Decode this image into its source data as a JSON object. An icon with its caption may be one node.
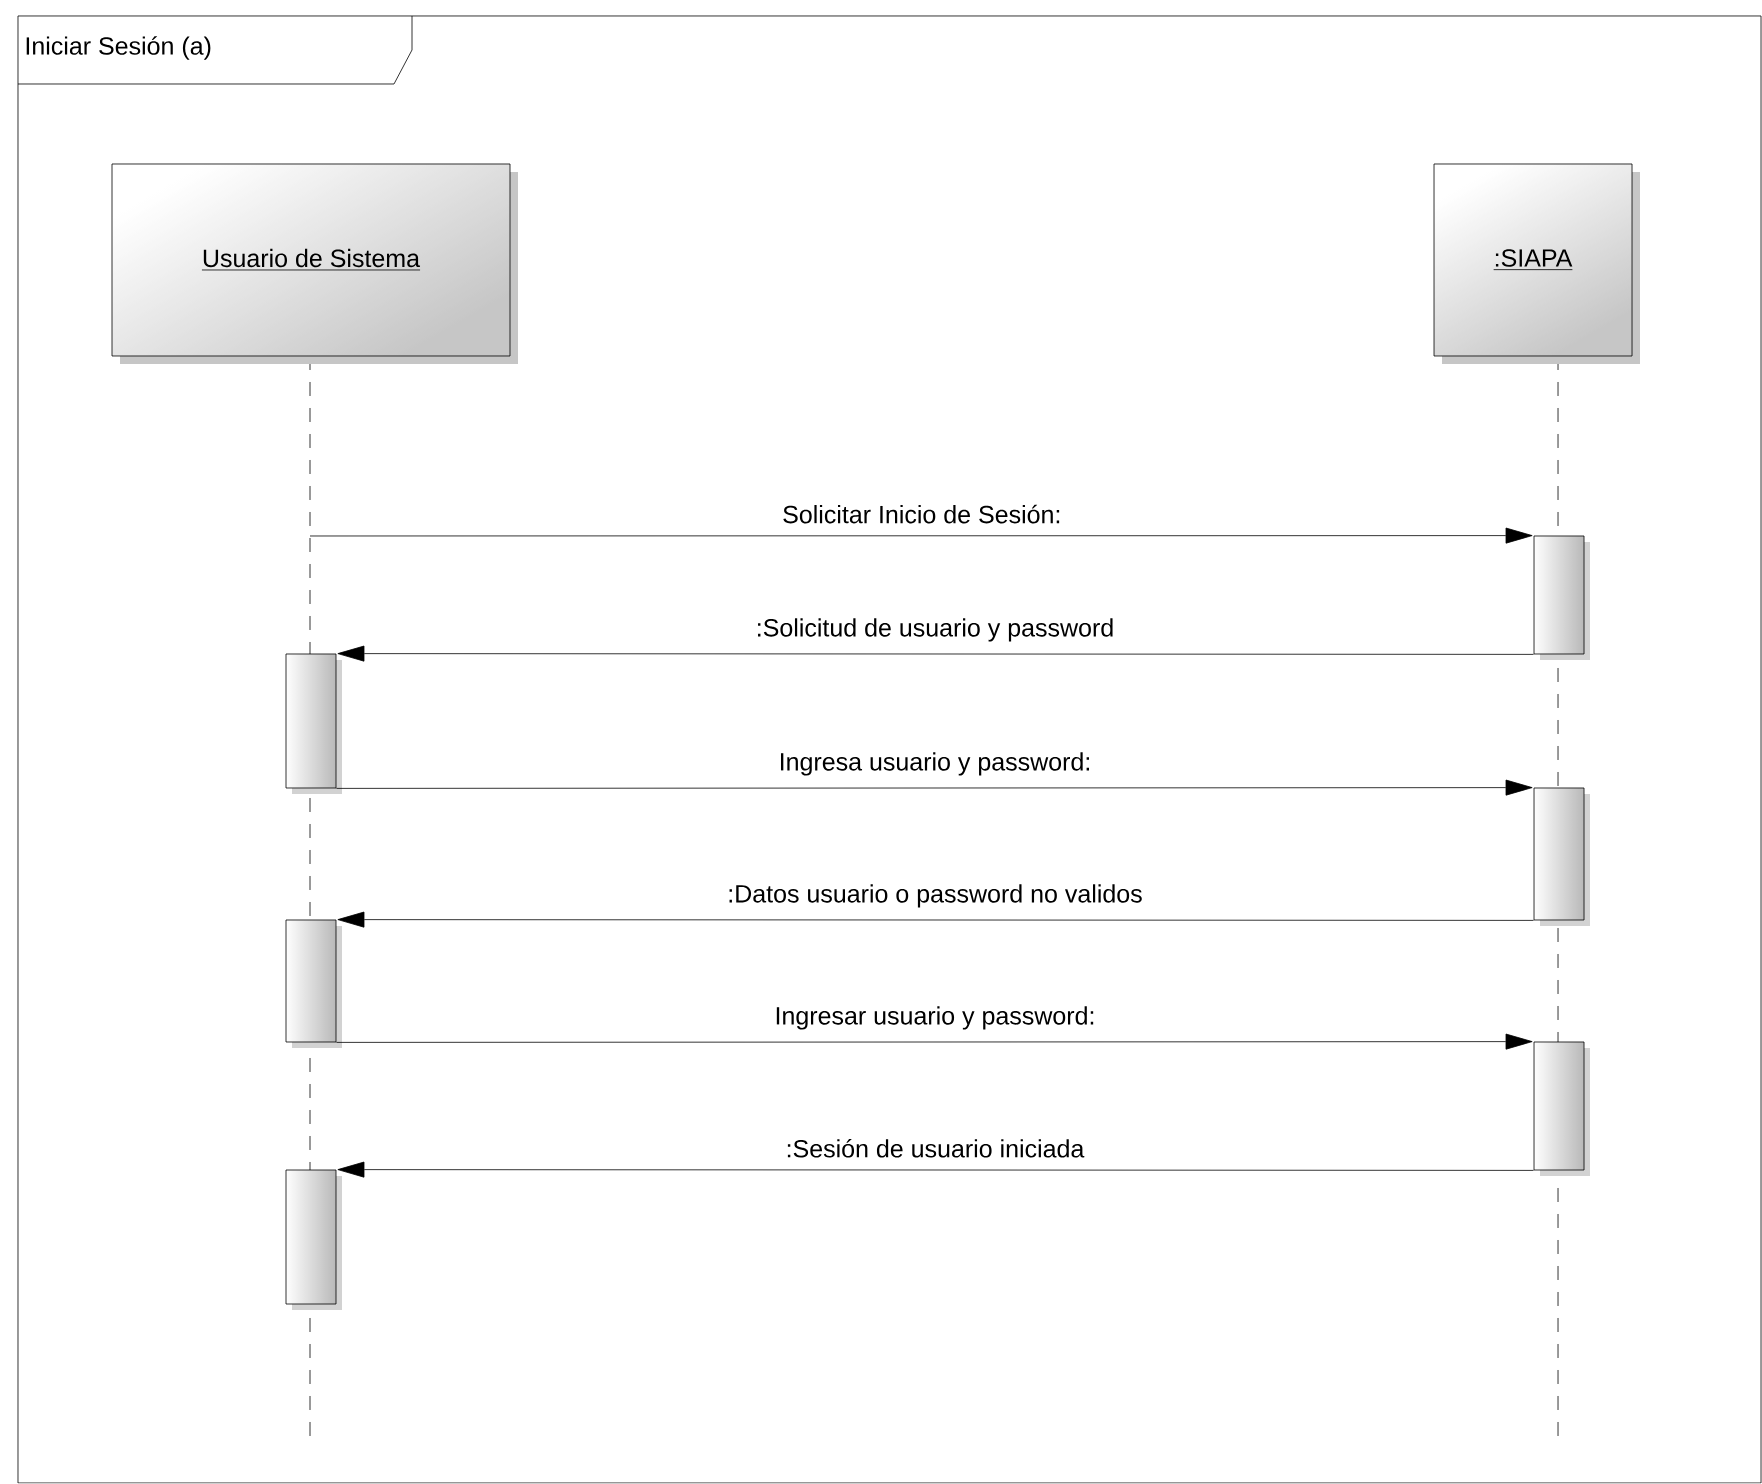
{
  "diagram": {
    "nodes": [
      {
        "text": [
          "Iniciar Sesión (a)"
        ]
      },
      {
        "text": [
          "Usuario de Sistema"
        ],
        "in": 0
      },
      {
        "text": [
          ":SIAPA"
        ],
        "in": 0
      },
      {
        "text": [],
        "shape": "bar",
        "in": 0
      },
      {
        "text": [],
        "shape": "bar",
        "in": 0
      },
      {
        "text": [],
        "shape": "bar",
        "in": 0
      },
      {
        "text": [],
        "shape": "bar",
        "in": 0
      },
      {
        "text": [],
        "shape": "bar",
        "in": 0
      },
      {
        "text": [],
        "shape": "bar",
        "in": 0
      }
    ],
    "edges": [
      {
        "from": null,
        "to": 3,
        "arrow": "to",
        "label": "Solicitar Inicio de Sesión:"
      },
      {
        "from": 3,
        "to": 4,
        "arrow": "to",
        "label": ":Solicitud de usuario y password"
      },
      {
        "from": 4,
        "to": 5,
        "arrow": "to",
        "label": "Ingresa usuario y password:"
      },
      {
        "from": 5,
        "to": 6,
        "arrow": "to",
        "label": ":Datos usuario o password no validos"
      },
      {
        "from": 6,
        "to": 7,
        "arrow": "to",
        "label": "Ingresar usuario y password:"
      },
      {
        "from": 7,
        "to": 8,
        "arrow": "to",
        "label": ":Sesión de usuario iniciada"
      }
    ]
  }
}
